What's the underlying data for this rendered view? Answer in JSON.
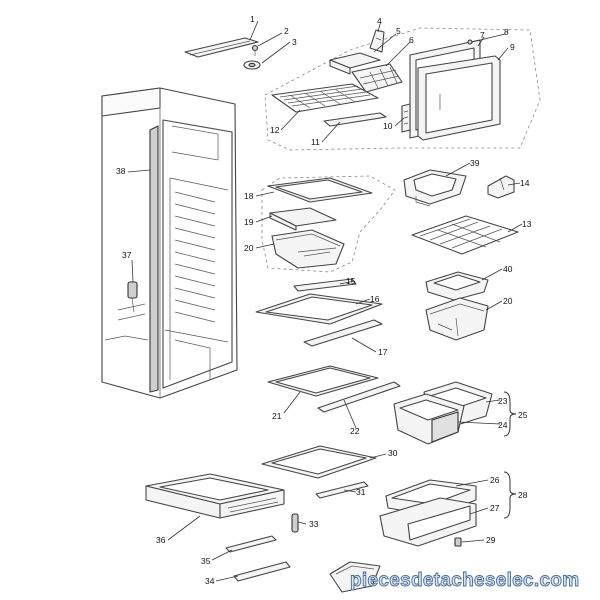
{
  "diagram": {
    "callouts": [
      "1",
      "2",
      "3",
      "4",
      "5",
      "6",
      "7",
      "8",
      "9",
      "10",
      "11",
      "12",
      "13",
      "14",
      "15",
      "16",
      "17",
      "18",
      "19",
      "20",
      "20",
      "21",
      "22",
      "23",
      "24",
      "25",
      "26",
      "27",
      "28",
      "29",
      "30",
      "31",
      "33",
      "34",
      "35",
      "36",
      "37",
      "38",
      "39",
      "40"
    ],
    "watermark": "piecesdetacheselec.com"
  }
}
